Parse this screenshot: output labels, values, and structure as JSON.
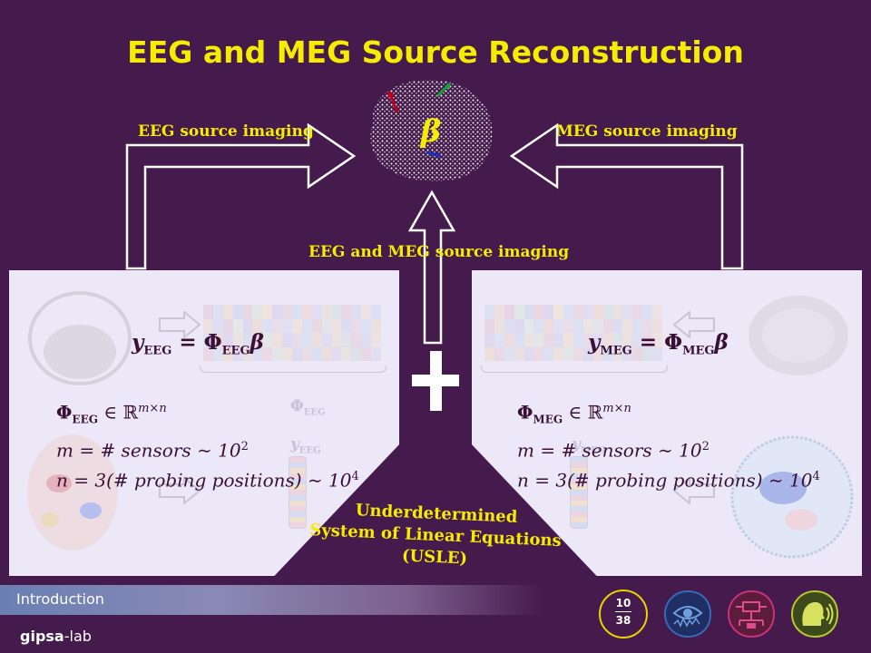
{
  "title": "EEG and MEG Source Reconstruction",
  "labels": {
    "eeg": "EEG source imaging",
    "meg": "MEG source imaging",
    "both": "EEG and MEG source imaging"
  },
  "brain_symbol": "β",
  "eeg": {
    "equation_lhs": "y",
    "equation_lhs_sub": "EEG",
    "equation_rhs": "Φ",
    "equation_rhs_sub": "EEG",
    "equation_beta": "β",
    "phi": "Φ",
    "phi_sub": "EEG",
    "space": " ∈ ℝ",
    "space_sup": "m×n",
    "line_m": "m = # sensors ∼ 10",
    "line_m_sup": "2",
    "line_n": "n = 3(# probing positions) ∼ 10",
    "line_n_sup": "4",
    "faint_phi": "Φ",
    "faint_phi_sub": "EEG",
    "faint_y": "y",
    "faint_y_sub": "EEG"
  },
  "meg": {
    "equation_lhs": "y",
    "equation_lhs_sub": "MEG",
    "equation_rhs": "Φ",
    "equation_rhs_sub": "MEG",
    "equation_beta": "β",
    "phi": "Φ",
    "phi_sub": "MEG",
    "space": " ∈ ℝ",
    "space_sup": "m×n",
    "line_m": "m = # sensors ∼ 10",
    "line_m_sup": "2",
    "line_n": "n = 3(# probing positions) ∼ 10",
    "line_n_sup": "4",
    "faint_y": "y",
    "faint_y_sub": "MEG"
  },
  "usle": [
    "Underdetermined",
    "System of Linear Equations",
    "(USLE)"
  ],
  "footer": {
    "section": "Introduction",
    "brand_bold": "gipsa",
    "brand_rest": "-lab",
    "page_current": "10",
    "page_total": "38"
  },
  "colors": {
    "title": "#f5ec00",
    "label": "#f5ec00",
    "background": "#451a4d",
    "panel": "#ece8f7",
    "equation": "#3a1036",
    "accent_ring": "#e8d300"
  },
  "icons": [
    "eye-icon",
    "circuit-icon",
    "head-sound-icon"
  ]
}
